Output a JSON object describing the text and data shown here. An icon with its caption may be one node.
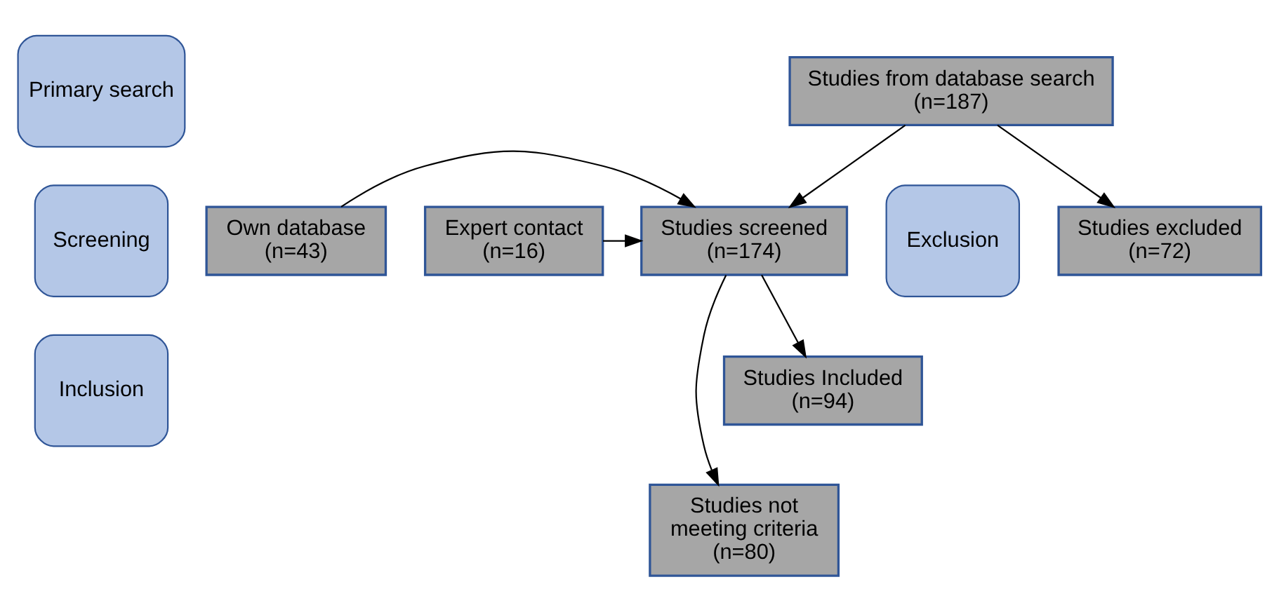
{
  "diagram": {
    "nodes": [
      {
        "text": [
          "Primary search"
        ]
      },
      {
        "text": [
          "Screening"
        ]
      },
      {
        "text": [
          "Inclusion"
        ]
      },
      {
        "text": [
          "Own database (n=43)"
        ]
      },
      {
        "text": [
          "Expert contact (n=16)"
        ]
      },
      {
        "text": [
          "Studies from database search (n=187)"
        ]
      },
      {
        "text": [
          "Studies excluded (n=72)"
        ]
      },
      {
        "text": [
          "Studies screened (n=174)"
        ]
      },
      {
        "text": [
          "Studies not meeting criteria (n=80)"
        ]
      },
      {
        "text": [
          "Studies Included (n=94)"
        ]
      },
      {
        "text": [
          "Exclusion"
        ]
      }
    ],
    "edges": [
      {
        "from": 5,
        "to": 7,
        "arrow": "to"
      },
      {
        "from": 5,
        "to": 6,
        "arrow": "to"
      },
      {
        "from": 3,
        "to": 7,
        "arrow": "to"
      },
      {
        "from": 4,
        "to": 7,
        "arrow": "to"
      },
      {
        "from": 7,
        "to": 9,
        "arrow": "to"
      },
      {
        "from": 7,
        "to": 8,
        "arrow": "to"
      }
    ]
  }
}
